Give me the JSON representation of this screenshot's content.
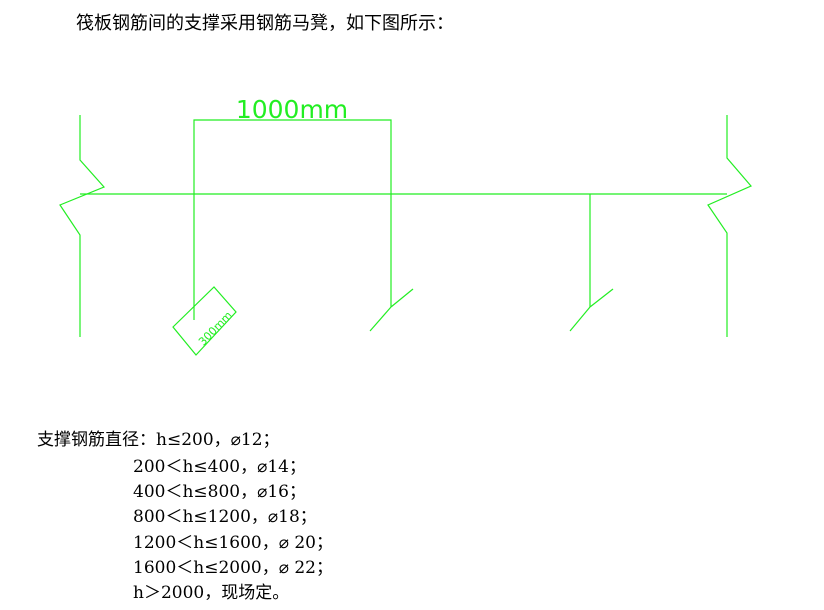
{
  "intro": "筏板钢筋间的支撑采用钢筋马凳，如下图所示：",
  "drawing": {
    "dim_top": "1000mm",
    "dim_slant": "300mm",
    "line_color": "#22ee22"
  },
  "spec": {
    "heading": "支撑钢筋直径：h≤200，⌀12；",
    "items": [
      "200＜h≤400，⌀14；",
      "400＜h≤800，⌀16；",
      "800＜h≤1200，⌀18；",
      "1200＜h≤1600，⌀ 20；",
      "1600＜h≤2000，⌀ 22；",
      "h＞2000，现场定。"
    ]
  }
}
